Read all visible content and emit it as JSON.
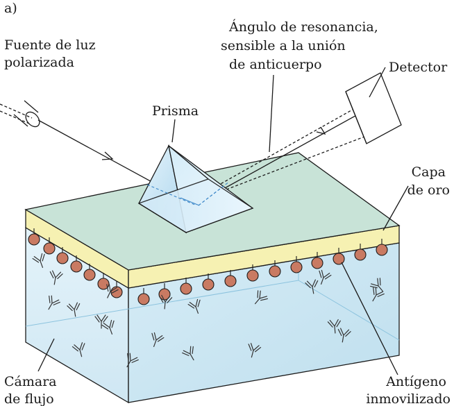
{
  "panel_label": "a)",
  "labels": {
    "light_source": [
      "Fuente de luz",
      "polarizada"
    ],
    "resonance_angle": [
      "Ángulo de resonancia,",
      "sensible a la unión",
      "de anticuerpo"
    ],
    "detector": "Detector",
    "prism": "Prisma",
    "gold_layer": [
      "Capa",
      "de oro"
    ],
    "flow_chamber": [
      "Cámara",
      "de flujo"
    ],
    "antigen": [
      "Antígeno",
      "inmovilizado"
    ]
  },
  "colors": {
    "top_face": "#c8e3d7",
    "gold_layer": "#f6f1b2",
    "chamber_front": "#dff0f8",
    "chamber_side": "#cde6f2",
    "antigen": "#c97a62",
    "prism": "#bfe0f2"
  }
}
